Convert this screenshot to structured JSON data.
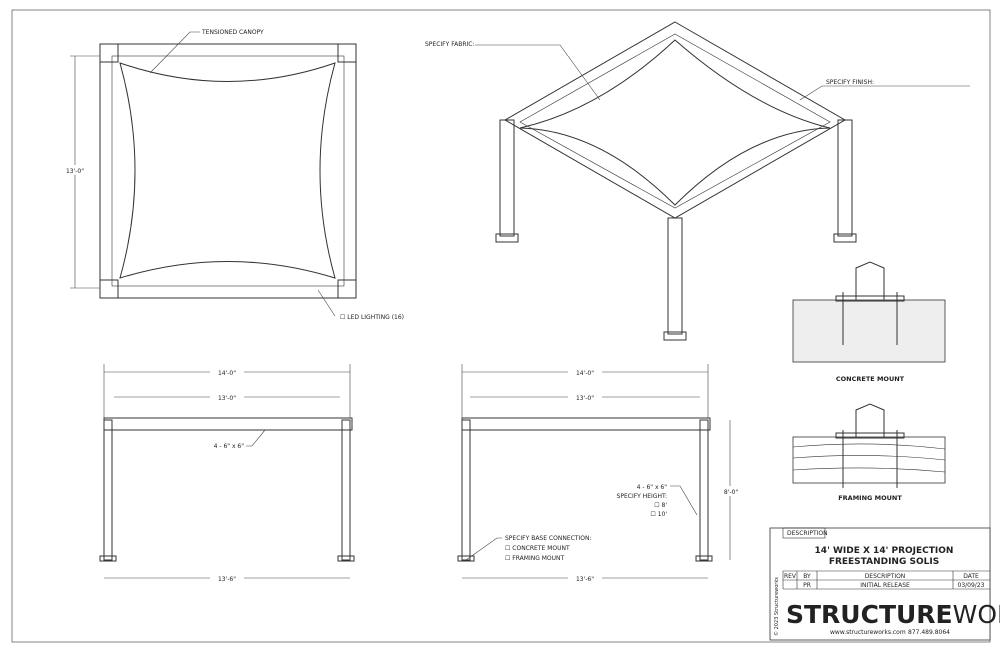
{
  "plan_view": {
    "canopy_label": "TENSIONED CANOPY",
    "led_label": "☐ LED LIGHTING (16)",
    "dim_depth": "13'-0\""
  },
  "iso_view": {
    "fabric_label": "SPECIFY FABRIC:",
    "finish_label": "SPECIFY FINISH:"
  },
  "front_elevation": {
    "dim_overall": "14'-0\"",
    "dim_inner": "13'-0\"",
    "dim_base": "13'-6\"",
    "beam_label": "4 - 6\" x 6\""
  },
  "side_elevation": {
    "dim_overall": "14'-0\"",
    "dim_inner": "13'-0\"",
    "dim_base": "13'-6\"",
    "dim_height": "8'-0\"",
    "post_label": "4 - 6\" x 6\"",
    "height_label": "SPECIFY HEIGHT:",
    "height_opt1": "☐ 8'",
    "height_opt2": "☐ 10'",
    "base_label": "SPECIFY BASE CONNECTION:",
    "base_opt1": "☐ CONCRETE MOUNT",
    "base_opt2": "☐ FRAMING MOUNT"
  },
  "details": {
    "concrete": "CONCRETE MOUNT",
    "framing": "FRAMING MOUNT"
  },
  "title_block": {
    "description_tab": "DESCRIPTION",
    "title_line1": "14' WIDE X 14' PROJECTION",
    "title_line2": "FREESTANDING SOLIS",
    "headers": [
      "REV",
      "BY",
      "DESCRIPTION",
      "DATE"
    ],
    "row": [
      "",
      "PR",
      "INITIAL RELEASE",
      "03/09/23"
    ],
    "copyright": "© 2023 Structureworks",
    "brand_bold": "STRUCTURE",
    "brand_light": "WORKS",
    "tm": "™",
    "website": "www.structureworks.com",
    "phone": "877.489.8064"
  }
}
